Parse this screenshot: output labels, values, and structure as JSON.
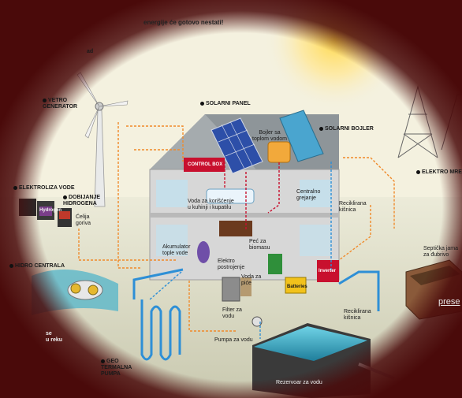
{
  "header": {
    "subtitle": "energije će gotovo nestati!"
  },
  "labels": {
    "wind_generator": "VETRO\nGENERATOR",
    "water_electrolysis": "ELEKTROLIZA VODE",
    "hydrogen_production": "DOBIJANJE\nHIDROGENA",
    "fuel_cell": "Ćelija\ngoriva",
    "hydro_plant": "HIDRO CENTRALA",
    "hydro_tail": "se\nu reku",
    "geothermal_pump": "GEO\nTERMALNA\nPUMPA",
    "solar_panel": "SOLARNI PANEL",
    "solar_boiler": "SOLARNI BOJLER",
    "boiler_hot_water": "Bojler sa\ntoplom vodom",
    "control_box": "CONTROL BOX",
    "kitchen_water": "Voda za korišćenje\nu kuhinji i kupatilu",
    "central_heating": "Centralno\ngrejanje",
    "recycled_water_top": "Reciklirana\nkišnica",
    "hot_water_accumulator": "Akumulator\ntople vode",
    "biomass_stove": "Peć za\nbiomasu",
    "electro_plant": "Elektro\npostrojenje",
    "drinking_water": "Voda za\npiće",
    "inverter": "Inverter",
    "batteries": "Batteries",
    "hydrogen_tank": "Hydrogen",
    "water_filter": "Filter za\nvodu",
    "water_pump": "Pumpa za vodu",
    "recycled_water_bottom": "Reciklirana\nkišnica",
    "water_reservoir": "Rezervoar za vodu",
    "power_grid": "ELEKTRO MREŽ",
    "septic_tank": "Septička jama\nza đubrivo",
    "top_left_fragment": "ad"
  },
  "link": {
    "text": "prese"
  },
  "colors": {
    "vignette": "#4a0a0a",
    "sky": "#f4f1df",
    "ground": "#dcdcc4",
    "house_wall": "#d7d7d7",
    "roof": "#8e9599",
    "solar_panel": "#2d4fa8",
    "flow_orange": "#f08a2a",
    "flow_red": "#c8102e",
    "flow_blue": "#2e8fd6",
    "control_box": "#c8102e"
  }
}
